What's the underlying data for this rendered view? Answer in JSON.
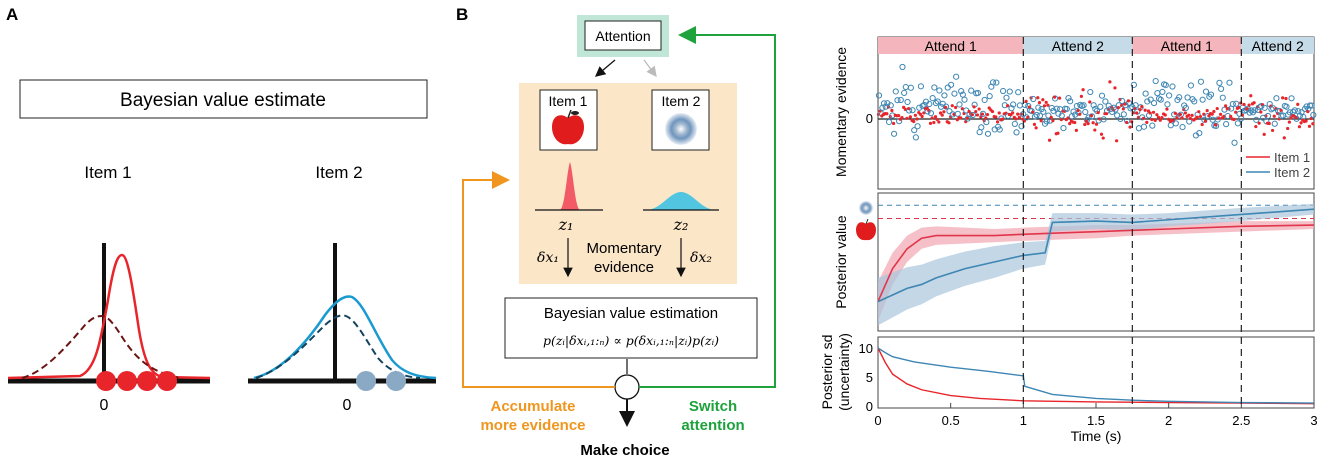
{
  "panelA": {
    "label": "A",
    "box_title": "Bayesian value estimate",
    "item1_label": "Item 1",
    "item2_label": "Item 2",
    "zero1": "0",
    "zero2": "0",
    "colors": {
      "item1": "#e8252b",
      "item2": "#1a9ad0",
      "prior": "#6b1414",
      "prior2": "#14435e",
      "dot2": "#8aa9c4"
    }
  },
  "panelB": {
    "label": "B",
    "attention": "Attention",
    "item1": "Item 1",
    "item2": "Item 2",
    "z1": "z₁",
    "z2": "z₂",
    "dx1": "δx₁",
    "dx2": "δx₂",
    "momentary_line1": "Momentary",
    "momentary_line2": "evidence",
    "estimation_title": "Bayesian value estimation",
    "equation": "p(zᵢ|δxᵢ,₁:ₙ) ∝ p(δxᵢ,₁:ₙ|zᵢ)p(zᵢ)",
    "accumulate_line1": "Accumulate",
    "accumulate_line2": "more evidence",
    "switch_line1": "Switch",
    "switch_line2": "attention",
    "make_choice": "Make choice",
    "colors": {
      "orange": "#f0961e",
      "green": "#1ea23c",
      "attention_box": "#bfe6d6",
      "panel_bg": "#fbe6c8"
    }
  },
  "chart_data": [
    {
      "type": "scatter",
      "title": "",
      "xlabel": "",
      "ylabel": "Momentary evidence",
      "yticks": [
        "0"
      ],
      "epochs": [
        {
          "label": "Attend 1",
          "start": 0,
          "end": 1,
          "color": "#f4b6bc"
        },
        {
          "label": "Attend 2",
          "start": 1,
          "end": 1.75,
          "color": "#c6dbe8"
        },
        {
          "label": "Attend 1",
          "start": 1.75,
          "end": 2.5,
          "color": "#f4b6bc"
        },
        {
          "label": "Attend 2",
          "start": 2.5,
          "end": 3,
          "color": "#c6dbe8"
        }
      ],
      "legend": {
        "position": "bottom-right",
        "entries": [
          "Item 1",
          "Item 2"
        ]
      },
      "series": [
        {
          "name": "Item 1",
          "color": "#e8252b"
        },
        {
          "name": "Item 2",
          "color": "#3e86b3"
        }
      ]
    },
    {
      "type": "area",
      "ylabel": "Posterior value",
      "xlim": [
        0,
        3
      ],
      "true_values": {
        "item1": 0.83,
        "item2": 0.93
      },
      "series": [
        {
          "name": "Item 1",
          "color": "#e0354a",
          "x": [
            0,
            0.1,
            0.2,
            0.3,
            0.4,
            0.6,
            0.8,
            1.0,
            1.25,
            1.5,
            1.75,
            2.0,
            2.5,
            3.0
          ],
          "values": [
            0.2,
            0.45,
            0.6,
            0.68,
            0.7,
            0.7,
            0.7,
            0.71,
            0.72,
            0.73,
            0.74,
            0.75,
            0.77,
            0.78
          ],
          "ci": [
            0.15,
            0.12,
            0.1,
            0.08,
            0.07,
            0.06,
            0.05,
            0.05,
            0.05,
            0.05,
            0.04,
            0.04,
            0.04,
            0.03
          ]
        },
        {
          "name": "Item 2",
          "color": "#3e86b3",
          "x": [
            0,
            0.1,
            0.2,
            0.3,
            0.4,
            0.6,
            0.8,
            1.0,
            1.15,
            1.2,
            1.5,
            1.75,
            2.0,
            2.5,
            3.0
          ],
          "values": [
            0.2,
            0.25,
            0.3,
            0.33,
            0.38,
            0.45,
            0.5,
            0.55,
            0.57,
            0.8,
            0.81,
            0.8,
            0.82,
            0.86,
            0.9
          ],
          "ci": [
            0.18,
            0.17,
            0.16,
            0.15,
            0.14,
            0.13,
            0.12,
            0.1,
            0.09,
            0.07,
            0.06,
            0.06,
            0.05,
            0.05,
            0.04
          ]
        }
      ]
    },
    {
      "type": "line",
      "ylabel": "Posterior sd (uncertainty)",
      "xlabel": "Time (s)",
      "xlim": [
        0,
        3
      ],
      "ylim": [
        0,
        10
      ],
      "xticks": [
        "0",
        "0.5",
        "1",
        "1.5",
        "2",
        "2.5",
        "3"
      ],
      "yticks": [
        "0",
        "5",
        "10"
      ],
      "series": [
        {
          "name": "Item 1",
          "color": "#e8252b",
          "x": [
            0,
            0.05,
            0.1,
            0.2,
            0.3,
            0.5,
            0.7,
            1.0,
            1.5,
            2.0,
            2.5,
            3.0
          ],
          "values": [
            10,
            7.5,
            5.5,
            3.8,
            2.8,
            1.8,
            1.3,
            0.9,
            0.7,
            0.6,
            0.5,
            0.4
          ]
        },
        {
          "name": "Item 2",
          "color": "#3e86b3",
          "x": [
            0,
            0.05,
            0.1,
            0.25,
            0.5,
            0.75,
            1.0,
            1.01,
            1.2,
            1.5,
            1.75,
            2.0,
            2.5,
            3.0
          ],
          "values": [
            10,
            9.2,
            8.5,
            7.6,
            6.7,
            6.0,
            5.2,
            3.4,
            2.0,
            1.3,
            1.0,
            0.8,
            0.6,
            0.5
          ]
        }
      ]
    }
  ]
}
